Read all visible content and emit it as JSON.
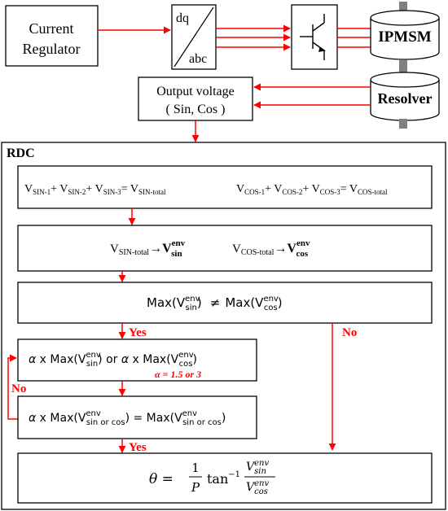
{
  "top": {
    "current_regulator": [
      "Current",
      "Regulator"
    ],
    "converter": {
      "top": "dq",
      "bottom": "abc"
    },
    "motor": "IPMSM",
    "resolver": "Resolver",
    "output_voltage": [
      "Output voltage",
      "( Sin, Cos )"
    ]
  },
  "rdc": {
    "title": "RDC",
    "step1": {
      "sin": {
        "v1": "V",
        "s1": "SIN-1",
        "p1": "+ ",
        "v2": "V",
        "s2": "SIN-2",
        "p2": "+ ",
        "v3": "V",
        "s3": "SIN-3",
        "eq": "= ",
        "vt": "V",
        "st": "SIN-total"
      },
      "cos": {
        "v1": "V",
        "s1": "COS-1",
        "p1": "+ ",
        "v2": "V",
        "s2": "COS-2",
        "p2": "+ ",
        "v3": "V",
        "s3": "COS-3",
        "eq": "= ",
        "vt": "V",
        "st": "COS-total"
      }
    },
    "step2": {
      "sin": {
        "v": "V",
        "sub": "SIN-total",
        "arrow": "→",
        "out": "V",
        "out_sup": "env",
        "out_sub": "sin"
      },
      "cos": {
        "v": "V",
        "sub": "COS-total",
        "arrow": "→",
        "out": "V",
        "out_sup": "env",
        "out_sub": "cos"
      }
    },
    "step3": {
      "lmax": "Max(V",
      "sup": "env",
      "lsub": "sin",
      "rp": ")",
      "neq": "≠",
      "rmax": "Max(V",
      "rsub": "cos"
    },
    "yes1": "Yes",
    "no_right": "No",
    "step4": {
      "alpha": "α",
      "times": " x Max(V",
      "sup": "env",
      "sub1": "sin",
      "mid": ")  or ",
      "sub2": "cos",
      "close": ")",
      "note": "α = 1.5 or 3"
    },
    "no_left": "No",
    "step5": {
      "alpha": "α",
      "times": " x Max(V",
      "sup": "env",
      "sub": "sin or cos",
      "eq": ") = Max(V",
      "close": ")"
    },
    "yes2": "Yes",
    "step6": {
      "theta": "θ = ",
      "num": "1",
      "den": "P",
      "tan": "tan",
      "inv": "−1",
      "v": "V",
      "sup": "env",
      "sub_top": "sin",
      "sub_bot": "cos"
    }
  },
  "colors": {
    "arrow": "#ff0000",
    "line": "#000000",
    "alpha_note": "#ff0000",
    "motor_fill": "#ffffff",
    "shaft": "#808080"
  }
}
